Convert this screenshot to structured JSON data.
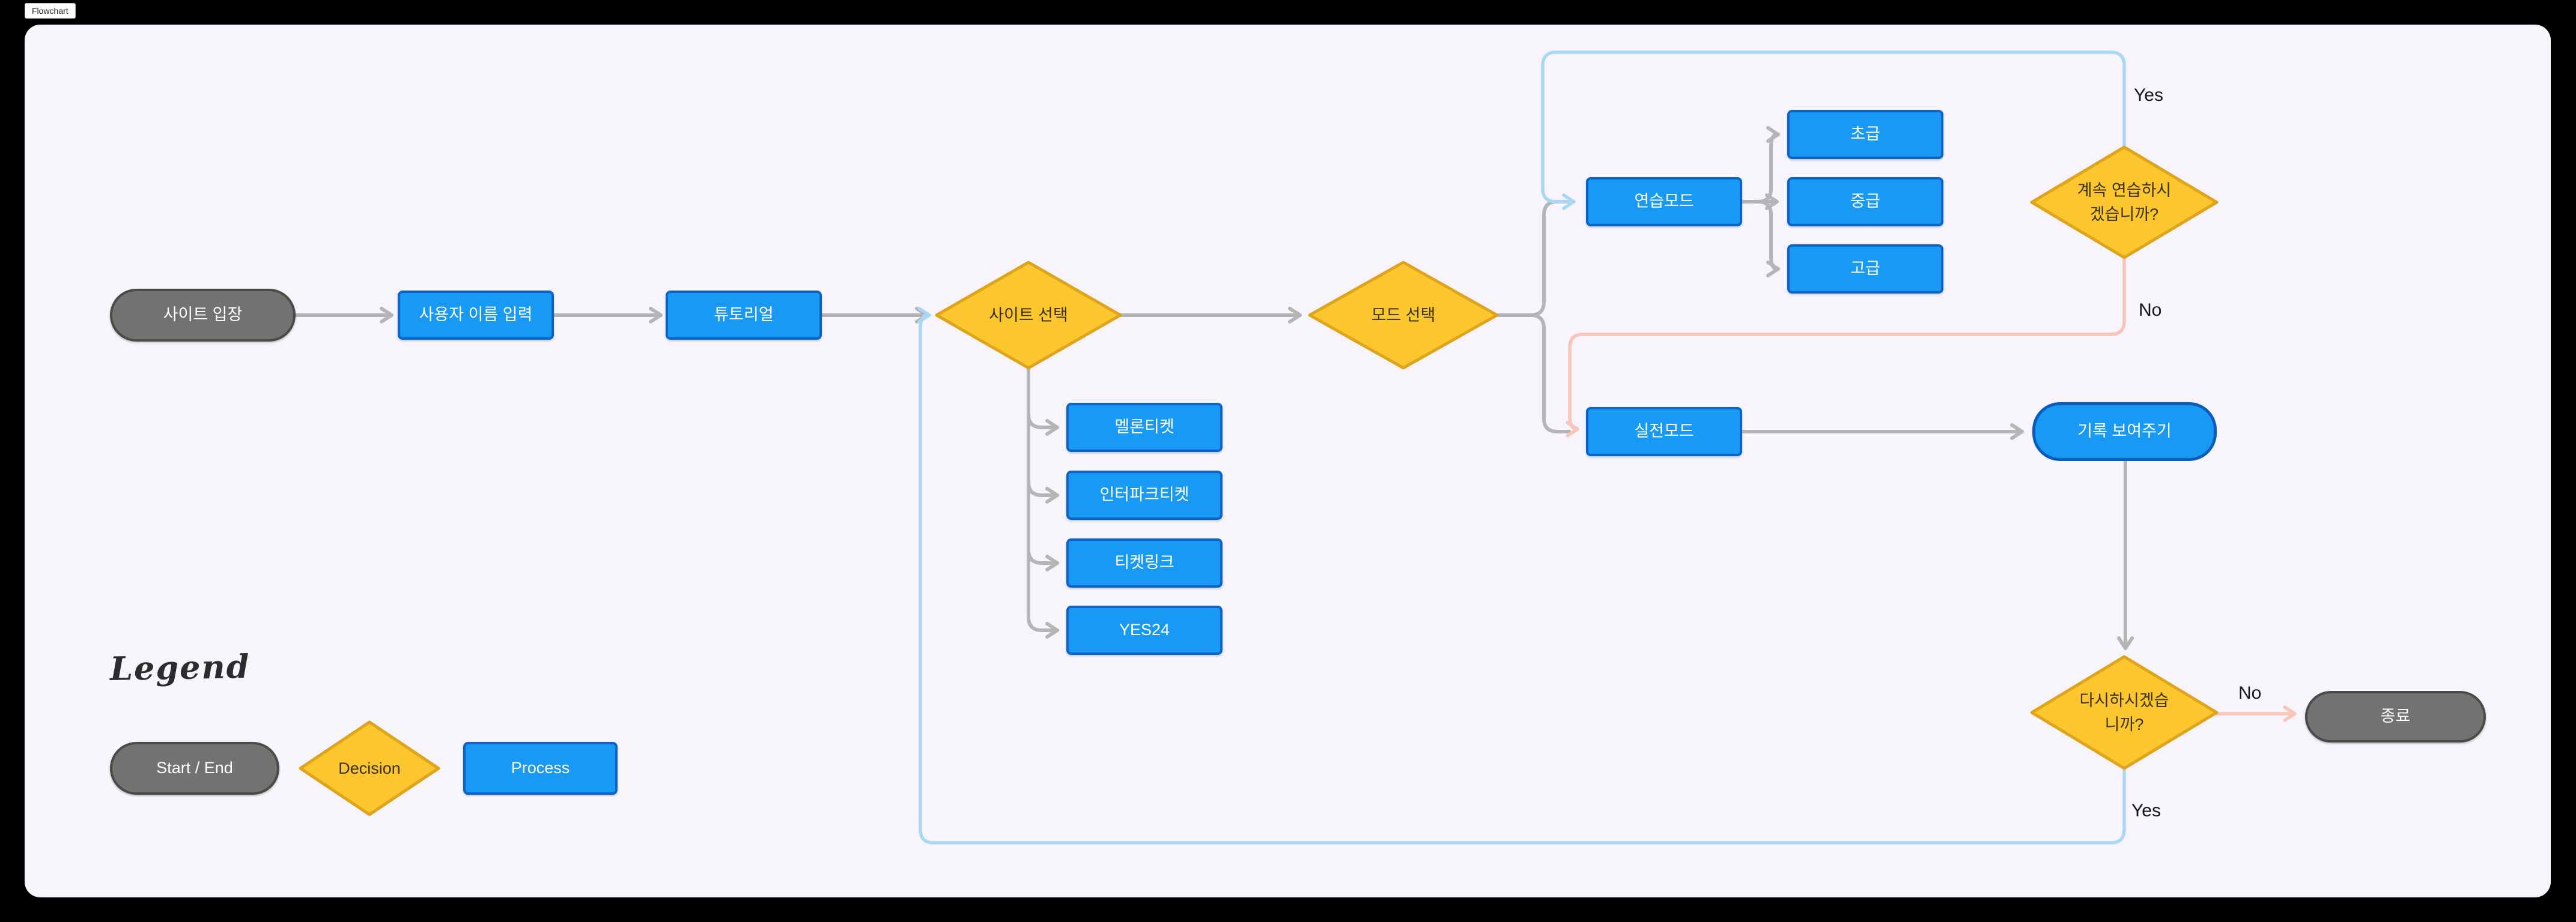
{
  "app": {
    "badge": "Flowchart"
  },
  "diagram": {
    "type": "flowchart",
    "direction": "left-to-right",
    "nodes": {
      "enter": {
        "label": "사이트 입장",
        "shape": "terminal"
      },
      "username": {
        "label": "사용자 이름 입력",
        "shape": "process"
      },
      "tutorial": {
        "label": "튜토리얼",
        "shape": "process"
      },
      "site_select": {
        "label": "사이트 선택",
        "shape": "decision"
      },
      "melon": {
        "label": "멜론티켓",
        "shape": "process"
      },
      "interpark": {
        "label": "인터파크티켓",
        "shape": "process"
      },
      "ticketlink": {
        "label": "티켓링크",
        "shape": "process"
      },
      "yes24": {
        "label": "YES24",
        "shape": "process"
      },
      "mode_select": {
        "label": "모드 선택",
        "shape": "decision"
      },
      "practice": {
        "label": "연습모드",
        "shape": "process"
      },
      "beginner": {
        "label": "초급",
        "shape": "process"
      },
      "intermediate": {
        "label": "중급",
        "shape": "process"
      },
      "advanced": {
        "label": "고급",
        "shape": "process"
      },
      "continue_q": {
        "label": "계속 연습하시\n겠습니까?",
        "shape": "decision"
      },
      "real": {
        "label": "실전모드",
        "shape": "process"
      },
      "records": {
        "label": "기록 보여주기",
        "shape": "rounded-process"
      },
      "retry_q": {
        "label": "다시하시겠습\n니까?",
        "shape": "decision"
      },
      "end": {
        "label": "종료",
        "shape": "terminal"
      }
    },
    "edge_labels": {
      "continue_yes": "Yes",
      "continue_no": "No",
      "retry_no": "No",
      "retry_yes": "Yes"
    },
    "edges": [
      "enter -> username",
      "username -> tutorial",
      "tutorial -> site_select",
      "site_select -> melon",
      "site_select -> interpark",
      "site_select -> ticketlink",
      "site_select -> yes24",
      "site_select -> mode_select",
      "mode_select -> practice",
      "mode_select -> real",
      "practice -> beginner",
      "practice -> intermediate",
      "practice -> advanced",
      "continue_q -> practice (Yes)",
      "continue_q -> real (No)",
      "real -> records",
      "records -> retry_q",
      "retry_q -> end (No)",
      "retry_q -> site_select (Yes)"
    ]
  },
  "legend": {
    "title": "Legend",
    "start_end": "Start / End",
    "decision": "Decision",
    "process": "Process"
  },
  "colors": {
    "page_bg": "#000000",
    "canvas_bg": "#f7f5fb",
    "process_fill": "#189af4",
    "process_border": "#0d63c6",
    "decision_fill": "#fcc62e",
    "decision_border": "#e0a41c",
    "terminal_fill": "#747270",
    "terminal_border": "#4a4a48",
    "edge_default": "#b5b5b5",
    "edge_yes": "#aad7f6",
    "edge_no": "#f9c4ba"
  }
}
